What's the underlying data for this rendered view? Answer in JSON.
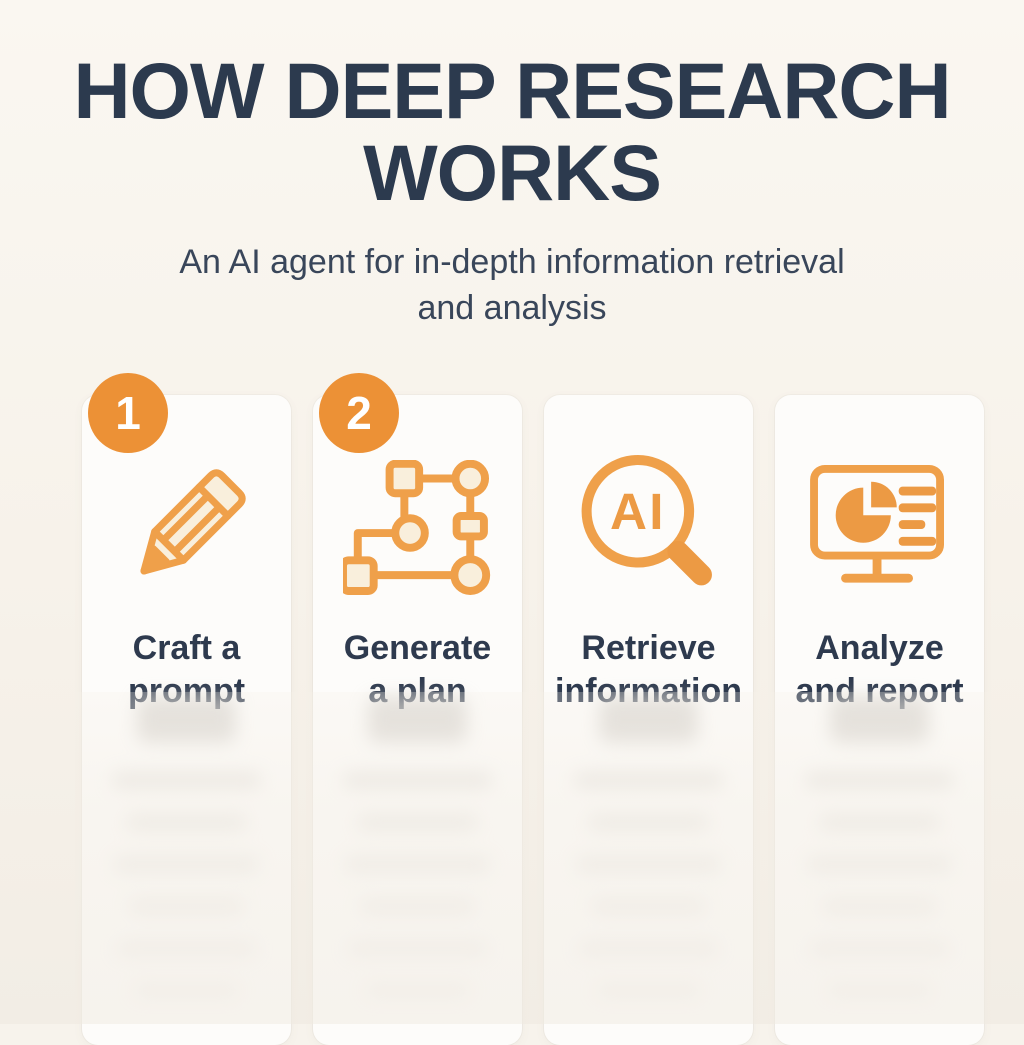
{
  "header": {
    "title_line1": "HOW DEEP RESEARCH",
    "title_line2": "WORKS",
    "subtitle_line1": "An AI agent for in-depth information retrieval",
    "subtitle_line2": "and analysis"
  },
  "steps": [
    {
      "badge": "1",
      "icon": "pencil-icon",
      "label_line1": "Craft a",
      "label_line2": "prompt"
    },
    {
      "badge": "2",
      "icon": "flowchart-icon",
      "label_line1": "Generate",
      "label_line2": "a plan"
    },
    {
      "icon": "ai-magnifier-icon",
      "icon_text": "AI",
      "label_line1": "Retrieve",
      "label_line2": "information"
    },
    {
      "icon": "monitor-report-icon",
      "label_line1": "Analyze",
      "label_line2": "and report"
    }
  ],
  "colors": {
    "accent_orange": "#EC9136",
    "icon_stroke": "#EFA04A",
    "icon_fill": "#F9EFDC",
    "heading_navy": "#2C3A4E",
    "subtitle_navy": "#39465A",
    "card_background": "#FDFCFA",
    "page_background": "#F7F3EC"
  }
}
